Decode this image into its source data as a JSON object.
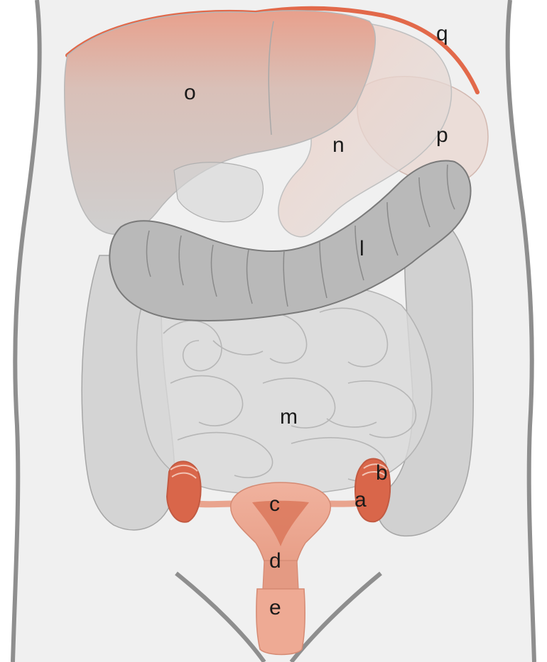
{
  "colors": {
    "background": "#ffffff",
    "body_fill": "#f0f0f0",
    "body_outline": "#8e8e8e",
    "organ_gray": "#c9c9c9",
    "organ_outline": "#9a9a9a",
    "colon_fill": "#b9b9b9",
    "colon_outline": "#7a7a7a",
    "reproductive": "#e9a48e",
    "reproductive_dark": "#d9664a",
    "diaphragm": "#e2694a"
  },
  "labels": {
    "a": "a",
    "b": "b",
    "c": "c",
    "d": "d",
    "e": "e",
    "l": "l",
    "m": "m",
    "n": "n",
    "o": "o",
    "p": "p",
    "q": "q"
  }
}
